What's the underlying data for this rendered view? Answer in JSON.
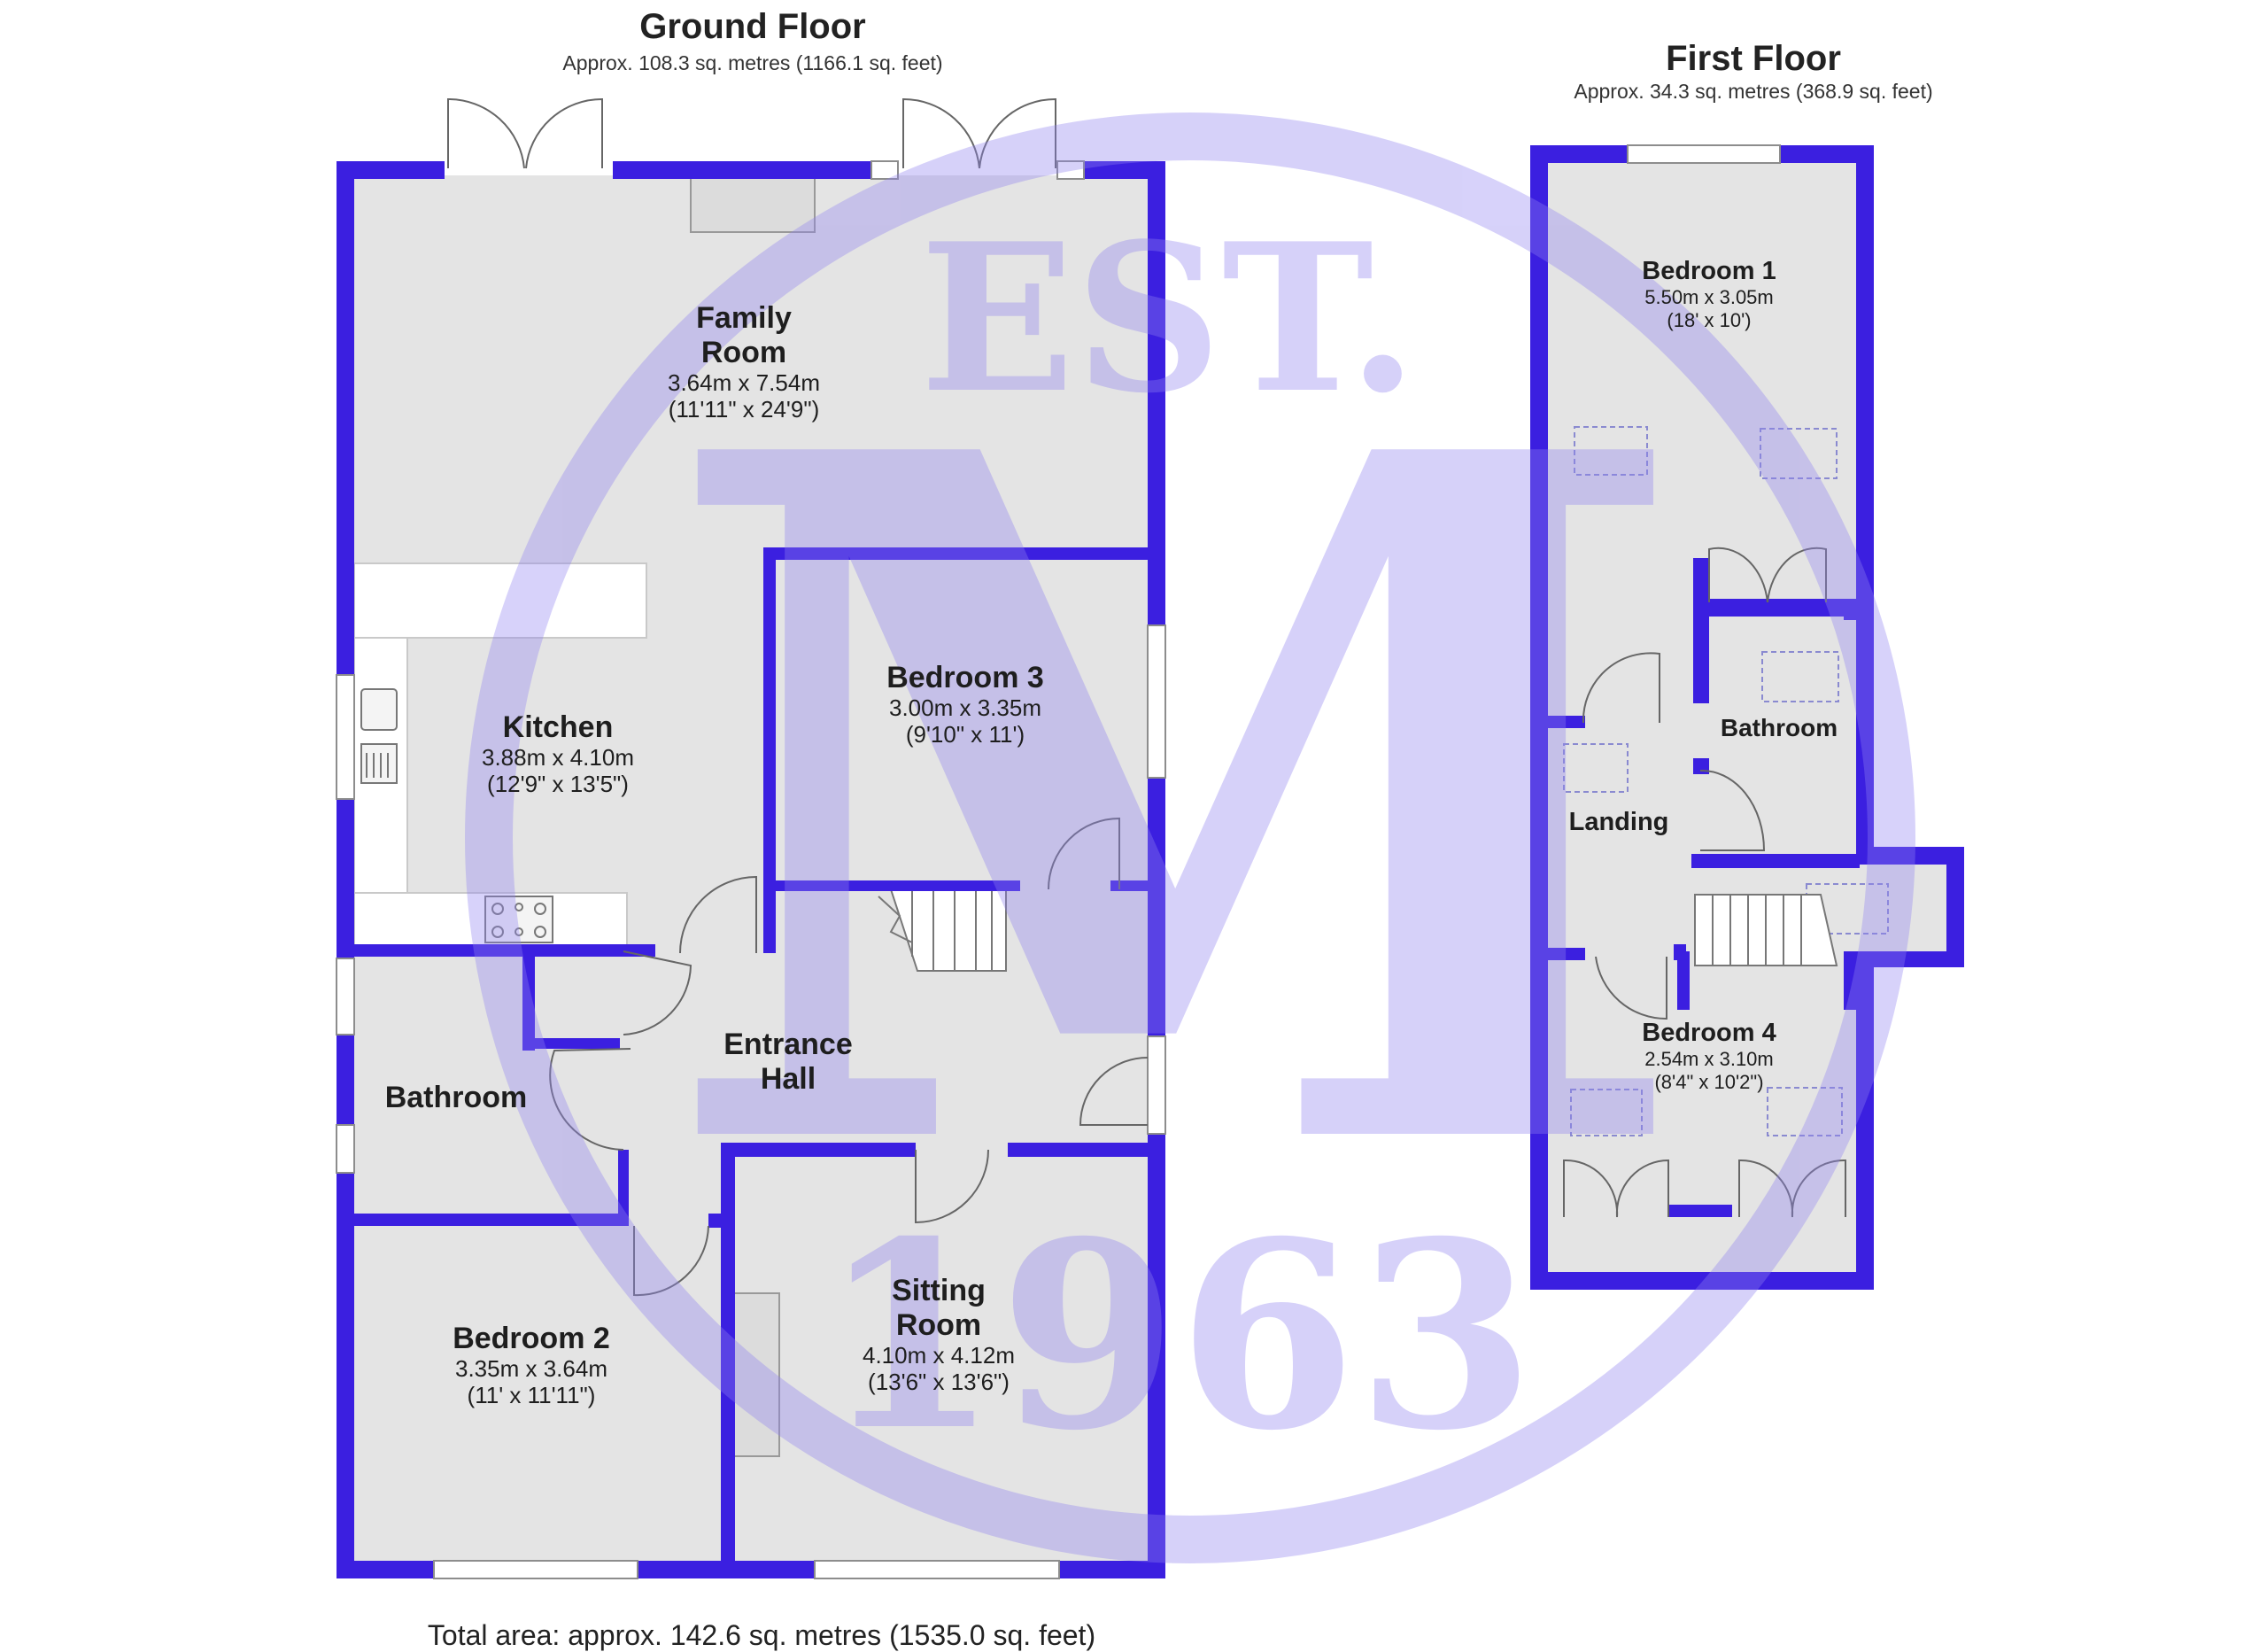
{
  "ground_floor": {
    "title": "Ground Floor",
    "area": "Approx. 108.3 sq. metres (1166.1 sq. feet)",
    "rooms": [
      {
        "name": "Family",
        "name2": "Room",
        "metric": "3.64m x 7.54m",
        "imperial": "(11'11\" x 24'9\")"
      },
      {
        "name": "Kitchen",
        "name2": "",
        "metric": "3.88m x 4.10m",
        "imperial": "(12'9\" x 13'5\")"
      },
      {
        "name": "Bedroom 3",
        "name2": "",
        "metric": "3.00m x 3.35m",
        "imperial": "(9'10\" x 11')"
      },
      {
        "name": "Bathroom",
        "name2": "",
        "metric": "",
        "imperial": ""
      },
      {
        "name": "Entrance",
        "name2": "Hall",
        "metric": "",
        "imperial": ""
      },
      {
        "name": "Bedroom 2",
        "name2": "",
        "metric": "3.35m x 3.64m",
        "imperial": "(11' x 11'11\")"
      },
      {
        "name": "Sitting",
        "name2": "Room",
        "metric": "4.10m x 4.12m",
        "imperial": "(13'6\" x 13'6\")"
      }
    ]
  },
  "first_floor": {
    "title": "First Floor",
    "area": "Approx. 34.3 sq. metres (368.9 sq. feet)",
    "rooms": [
      {
        "name": "Bedroom 1",
        "metric": "5.50m x 3.05m",
        "imperial": "(18' x 10')"
      },
      {
        "name": "Bathroom",
        "metric": "",
        "imperial": ""
      },
      {
        "name": "Landing",
        "metric": "",
        "imperial": ""
      },
      {
        "name": "Bedroom 4",
        "metric": "2.54m x 3.10m",
        "imperial": "(8'4\" x 10'2\")"
      }
    ]
  },
  "total_area": "Total area: approx. 142.6 sq. metres (1535.0 sq. feet)",
  "watermark": {
    "top": "EST.",
    "letter": "M",
    "year": "1963"
  },
  "colors": {
    "wall": "#3b1fe0",
    "floor": "#e4e4e4",
    "window": "#ffffff",
    "watermark": "#8f82f0"
  }
}
